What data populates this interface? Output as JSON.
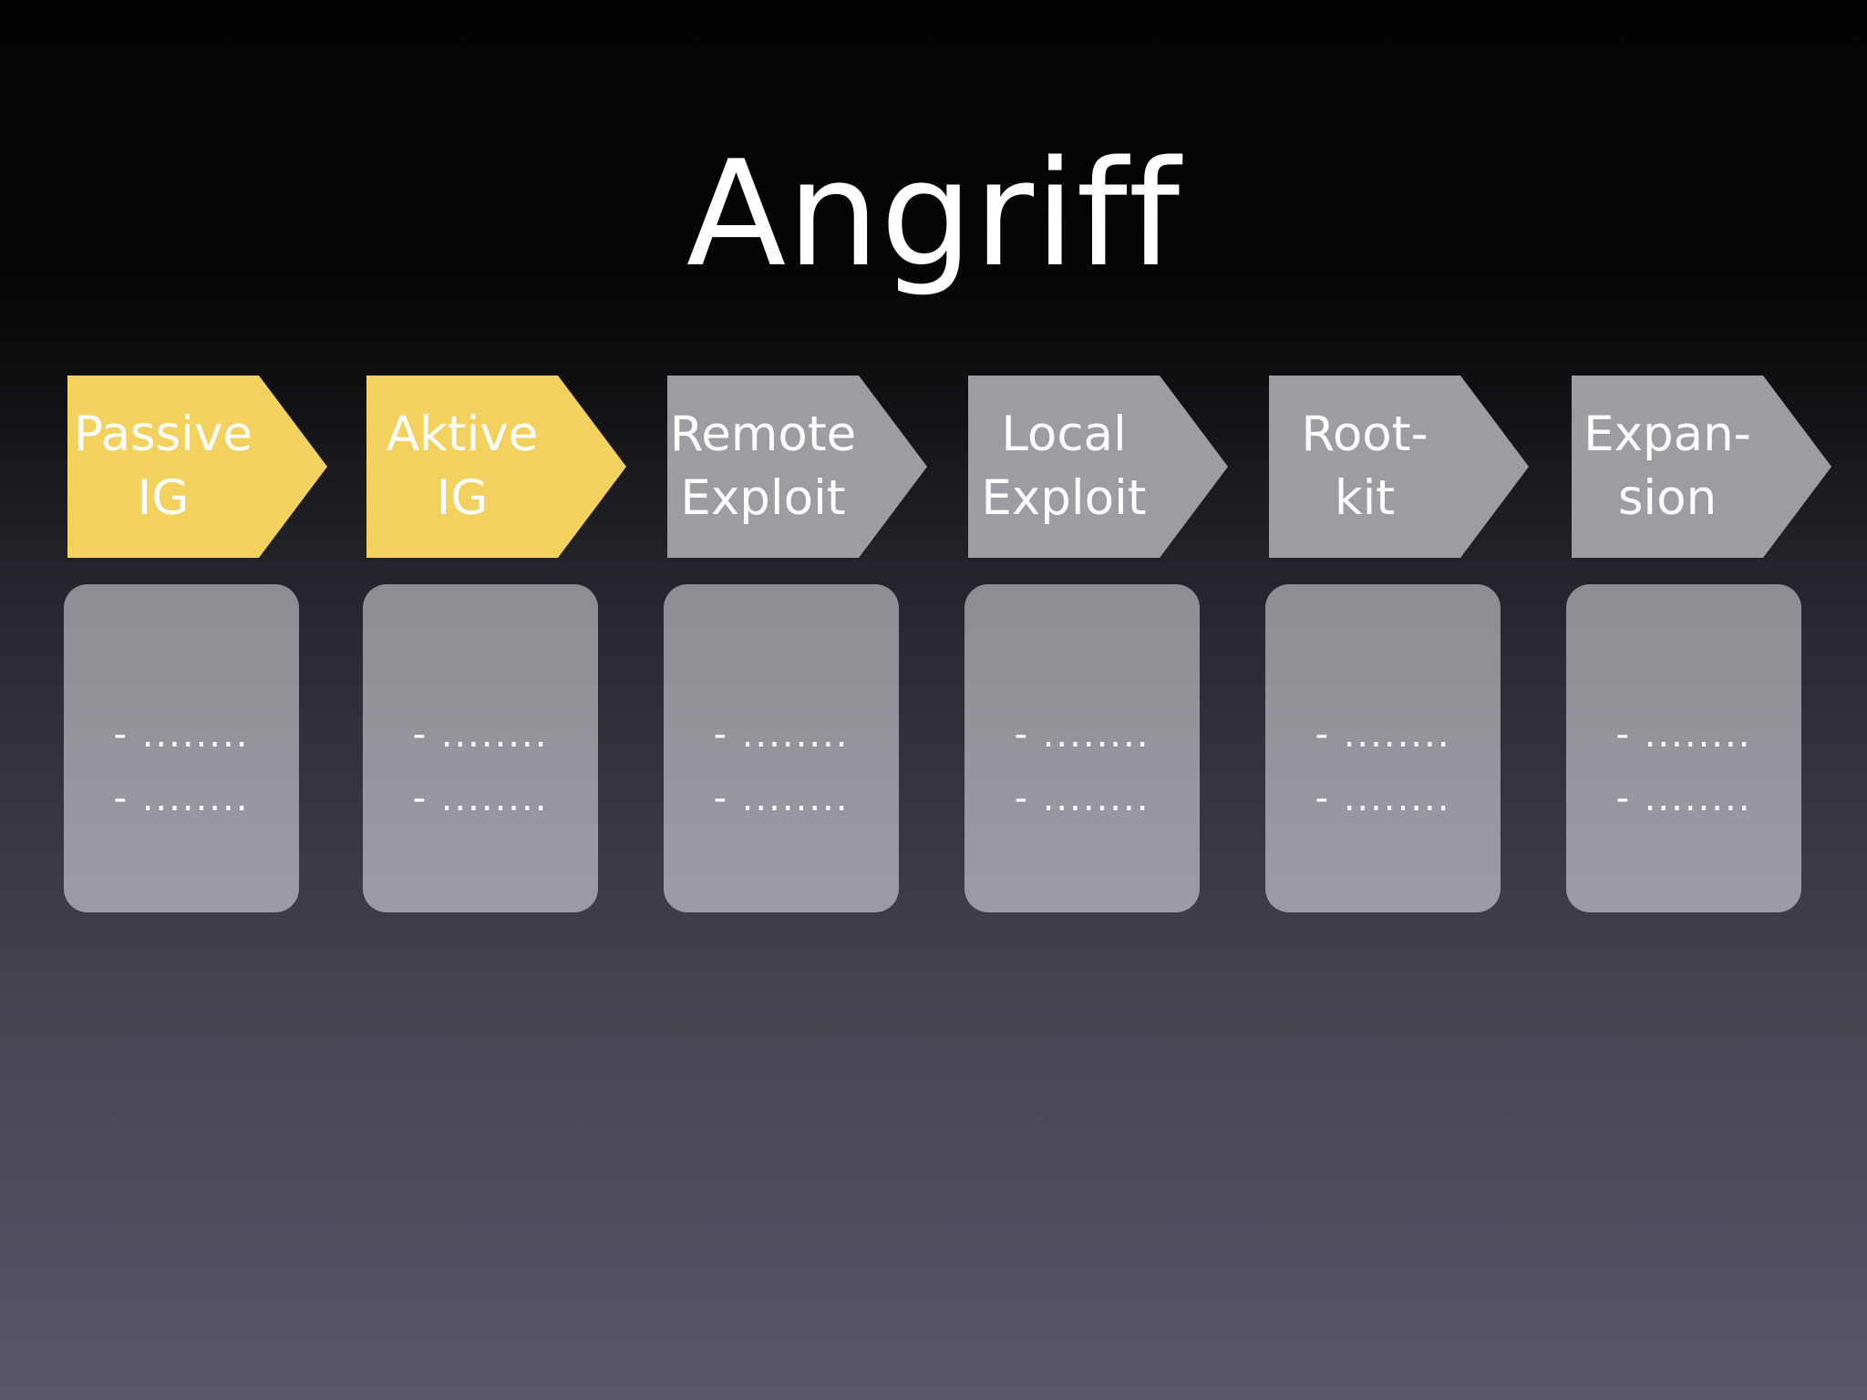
{
  "slide": {
    "title": "Angriff"
  },
  "colors": {
    "active_fill": "#f3d15f",
    "inactive_fill": "#9d9ca3",
    "card_fill": "#95949c",
    "text": "#ffffff"
  },
  "stages": [
    {
      "label": "Passive\nIG",
      "state": "active",
      "card_lines": [
        "- ........",
        "- ........"
      ]
    },
    {
      "label": "Aktive\nIG",
      "state": "active",
      "card_lines": [
        "- ........",
        "- ........"
      ]
    },
    {
      "label": "Remote\nExploit",
      "state": "inactive",
      "card_lines": [
        "- ........",
        "- ........"
      ]
    },
    {
      "label": "Local\nExploit",
      "state": "inactive",
      "card_lines": [
        "- ........",
        "- ........"
      ]
    },
    {
      "label": "Root-\nkit",
      "state": "inactive",
      "card_lines": [
        "- ........",
        "- ........"
      ]
    },
    {
      "label": "Expan-\nsion",
      "state": "inactive",
      "card_lines": [
        "- ........",
        "- ........"
      ]
    }
  ]
}
